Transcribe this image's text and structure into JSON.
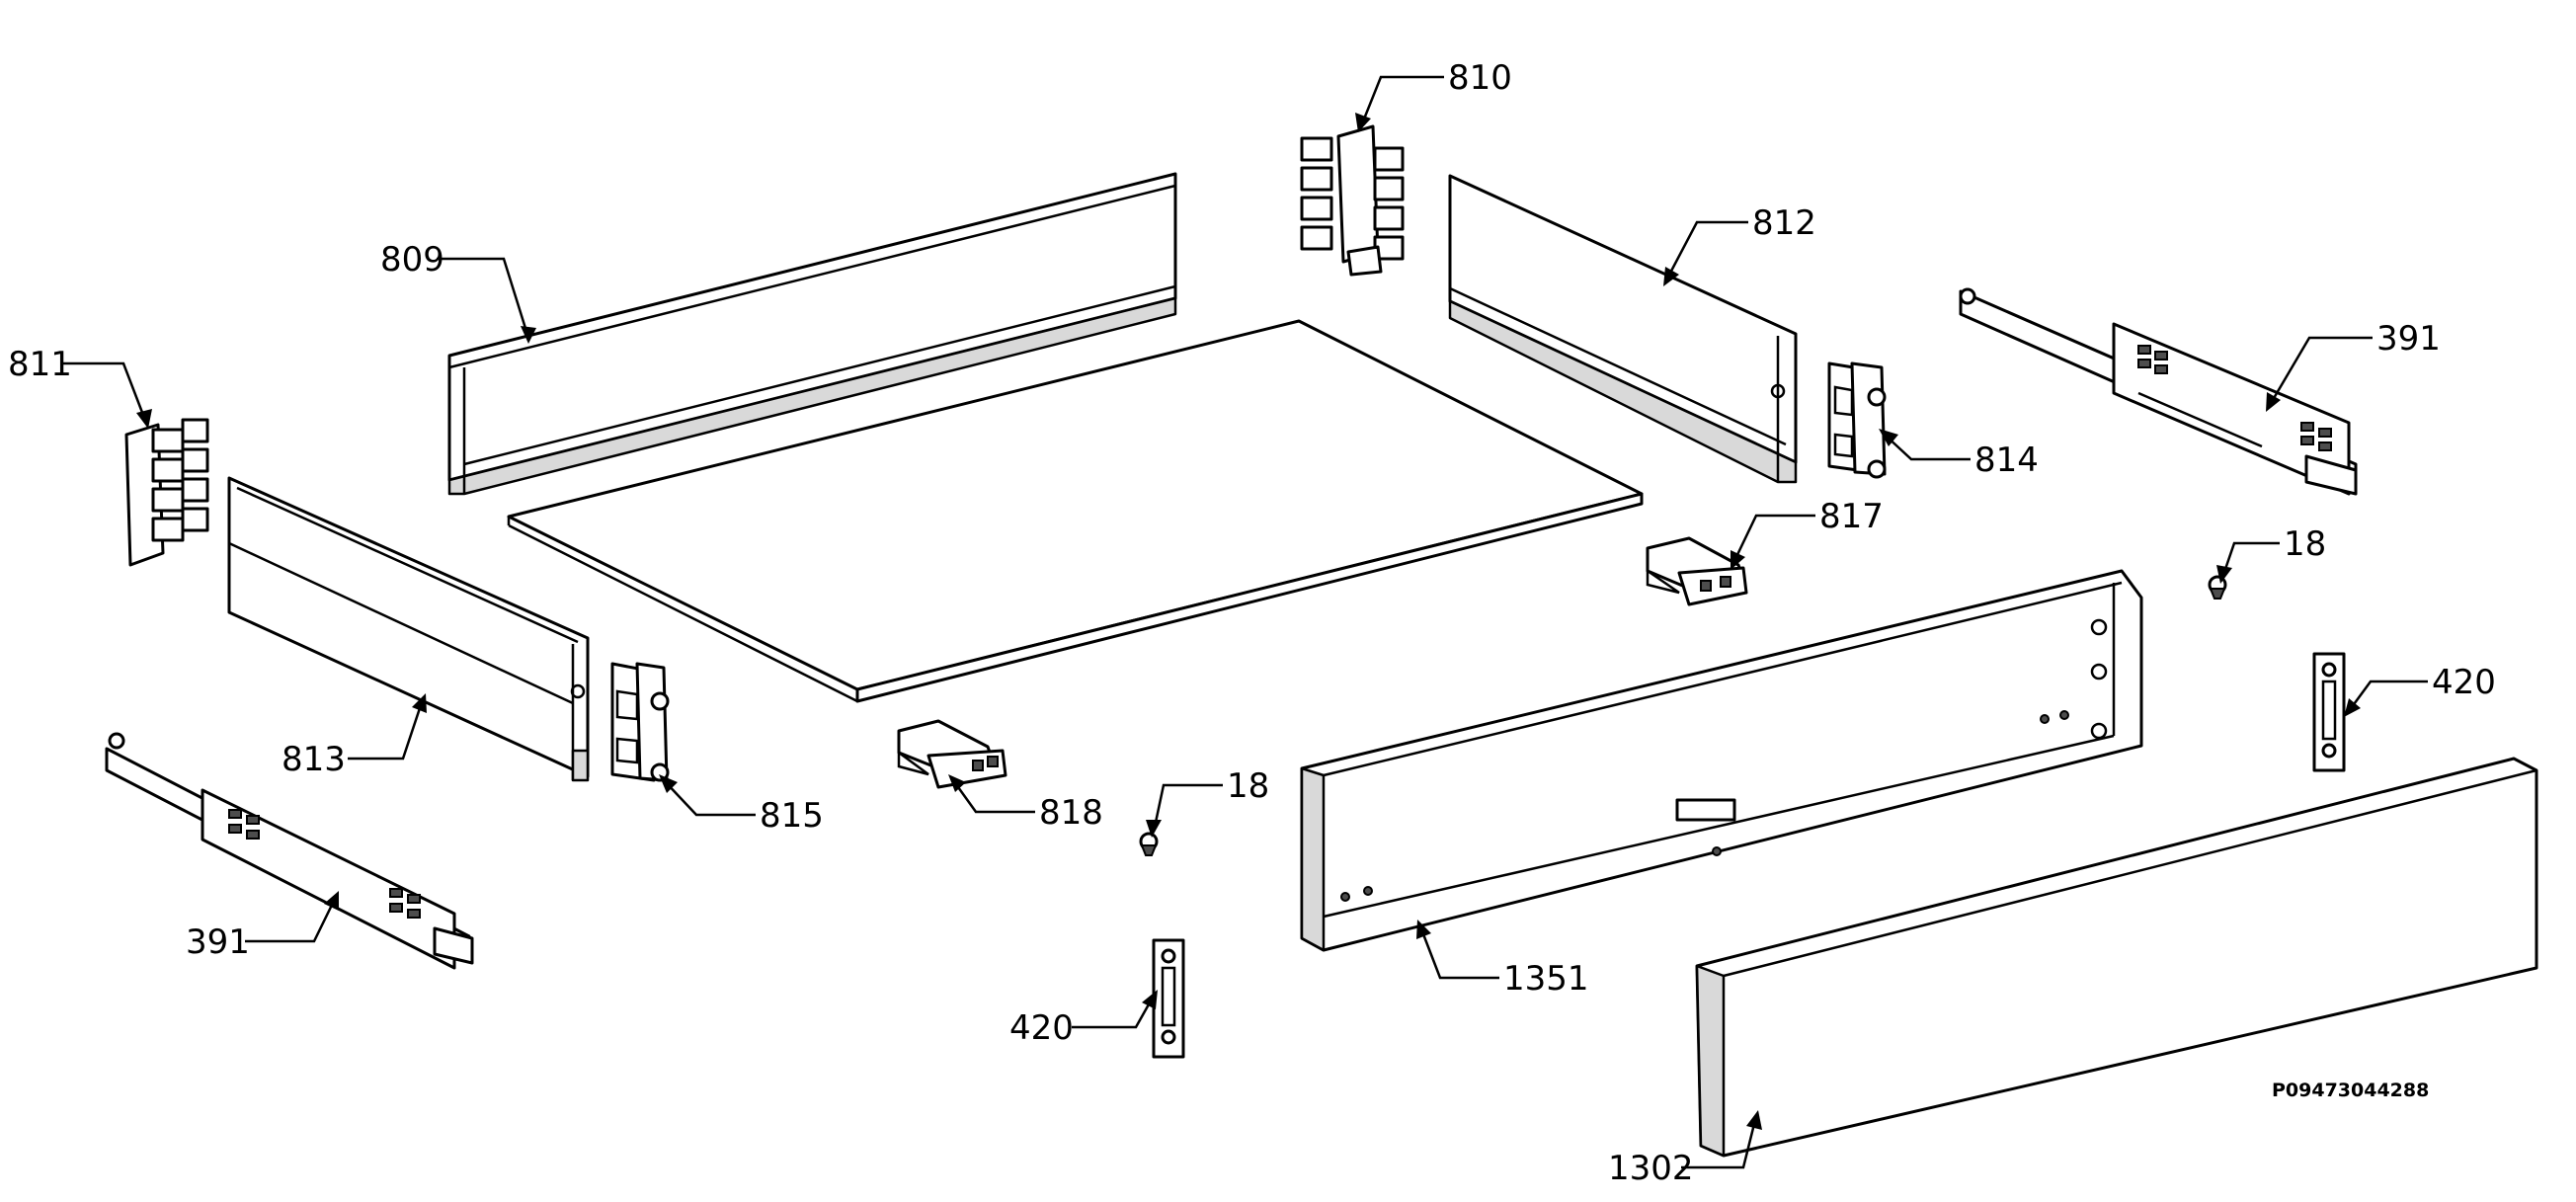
{
  "callouts": [
    {
      "id": "809",
      "label": "809"
    },
    {
      "id": "810",
      "label": "810"
    },
    {
      "id": "811",
      "label": "811"
    },
    {
      "id": "812",
      "label": "812"
    },
    {
      "id": "813",
      "label": "813"
    },
    {
      "id": "814",
      "label": "814"
    },
    {
      "id": "815",
      "label": "815"
    },
    {
      "id": "817",
      "label": "817"
    },
    {
      "id": "818",
      "label": "818"
    },
    {
      "id": "391-right",
      "label": "391"
    },
    {
      "id": "391-left",
      "label": "391"
    },
    {
      "id": "18-right",
      "label": "18"
    },
    {
      "id": "18-center",
      "label": "18"
    },
    {
      "id": "420-right",
      "label": "420"
    },
    {
      "id": "420-left",
      "label": "420"
    },
    {
      "id": "1351",
      "label": "1351"
    },
    {
      "id": "1302",
      "label": "1302"
    }
  ],
  "drawing_code": "P09473044288"
}
